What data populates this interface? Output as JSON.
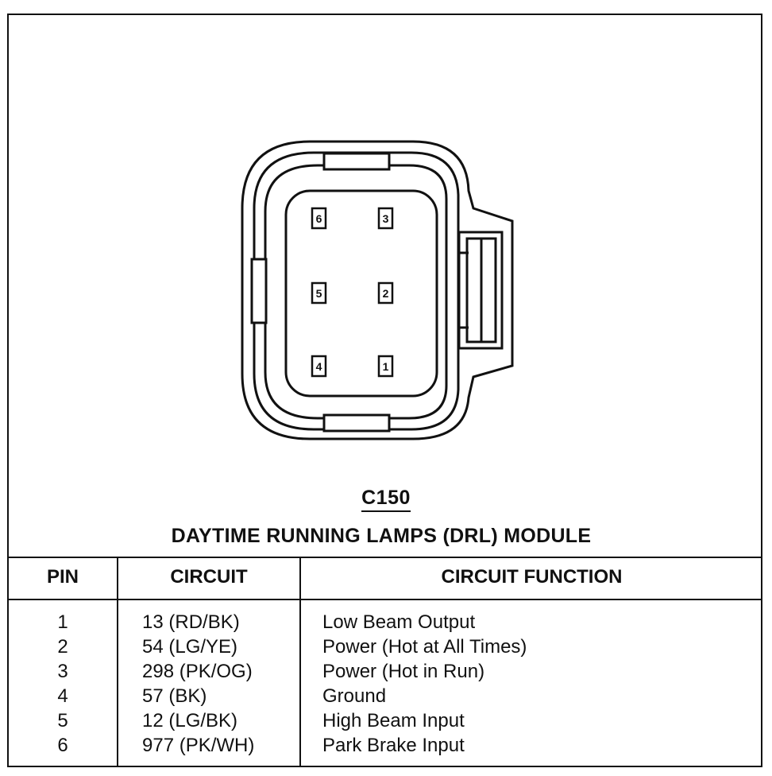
{
  "connector": {
    "id": "C150",
    "module_title": "DAYTIME RUNNING LAMPS (DRL) MODULE",
    "pin_labels": [
      "1",
      "2",
      "3",
      "4",
      "5",
      "6"
    ]
  },
  "table": {
    "headers": {
      "pin": "PIN",
      "circuit": "CIRCUIT",
      "function": "CIRCUIT FUNCTION"
    },
    "rows": [
      {
        "pin": "1",
        "circuit": "13 (RD/BK)",
        "function": "Low Beam Output"
      },
      {
        "pin": "2",
        "circuit": "54 (LG/YE)",
        "function": "Power (Hot at All Times)"
      },
      {
        "pin": "3",
        "circuit": "298 (PK/OG)",
        "function": "Power (Hot in Run)"
      },
      {
        "pin": "4",
        "circuit": "57 (BK)",
        "function": "Ground"
      },
      {
        "pin": "5",
        "circuit": "12 (LG/BK)",
        "function": "High Beam Input"
      },
      {
        "pin": "6",
        "circuit": "977 (PK/WH)",
        "function": "Park Brake Input"
      }
    ]
  }
}
